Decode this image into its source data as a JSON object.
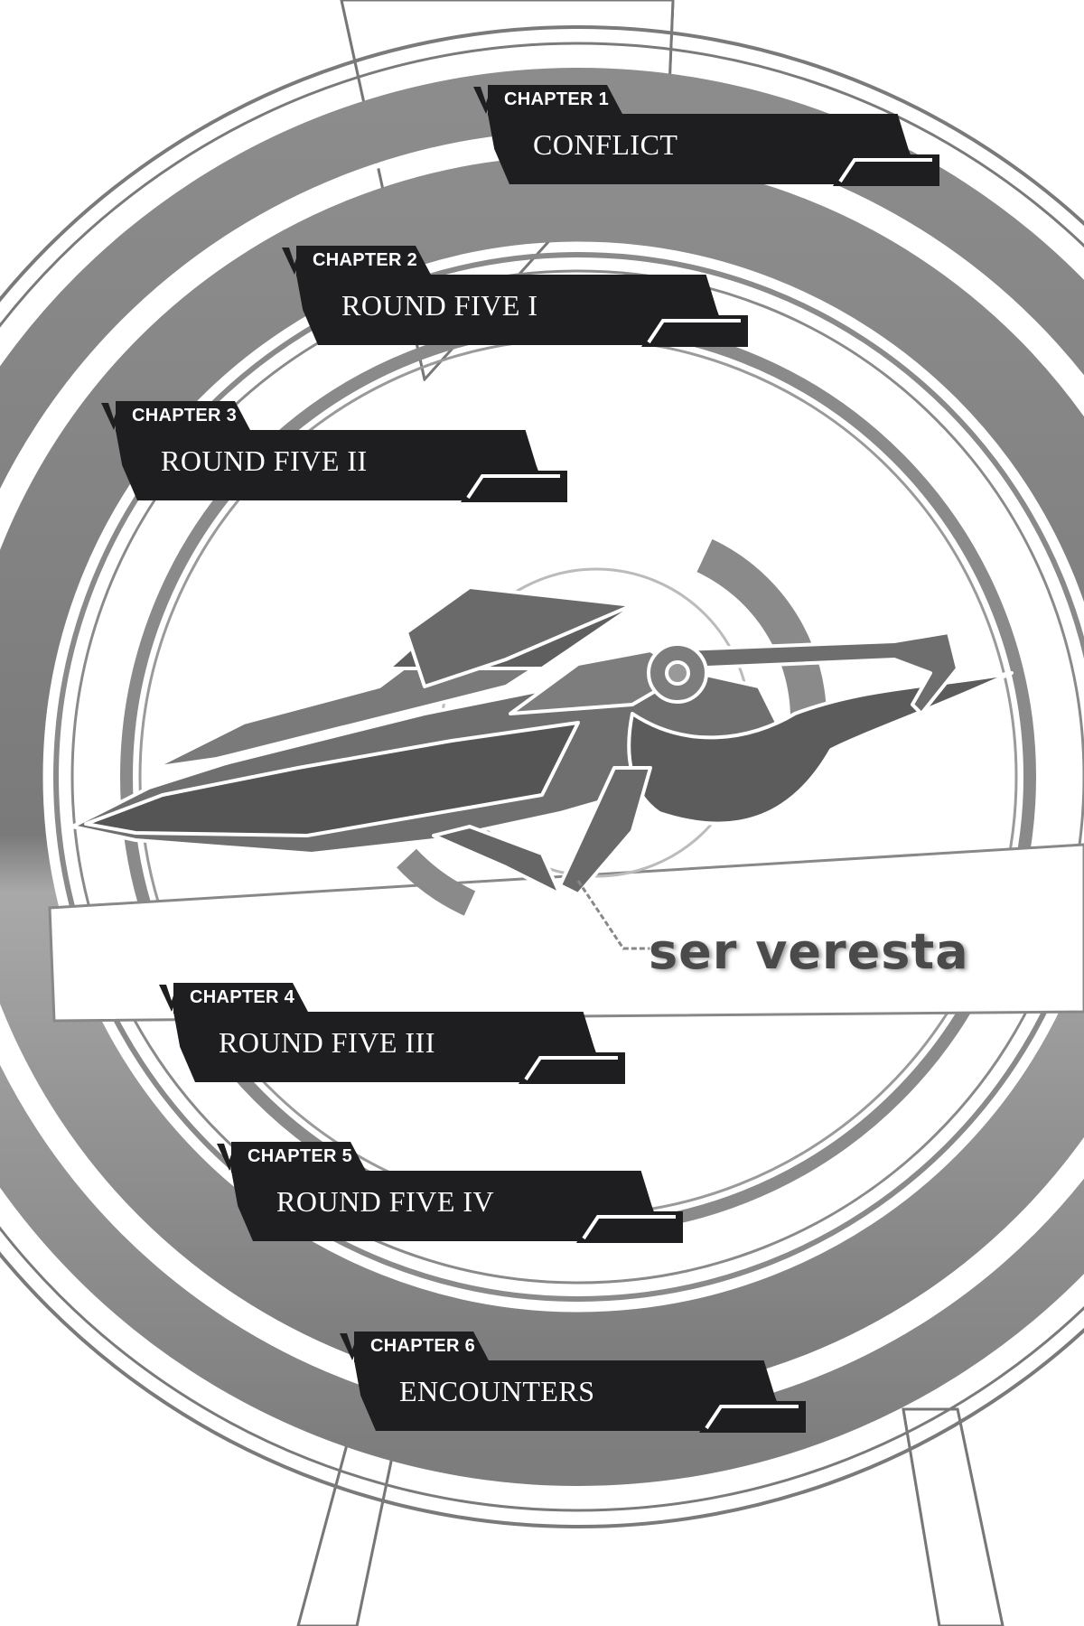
{
  "chapters": [
    {
      "tab": "CHAPTER 1",
      "title": "CONFLICT"
    },
    {
      "tab": "CHAPTER 2",
      "title": "ROUND FIVE I"
    },
    {
      "tab": "CHAPTER 3",
      "title": "ROUND FIVE II"
    },
    {
      "tab": "CHAPTER 4",
      "title": "ROUND FIVE III"
    },
    {
      "tab": "CHAPTER 5",
      "title": "ROUND FIVE IV"
    },
    {
      "tab": "CHAPTER 6",
      "title": "ENCOUNTERS"
    }
  ],
  "illustration": {
    "caption": "ser veresta",
    "icon": "sword-ship-illustration"
  },
  "colors": {
    "panel": "#1e1e20",
    "ring_dark": "#777777",
    "ring_mid": "#8a8a8a",
    "ring_light": "#b3b3b3",
    "background": "#ffffff"
  }
}
